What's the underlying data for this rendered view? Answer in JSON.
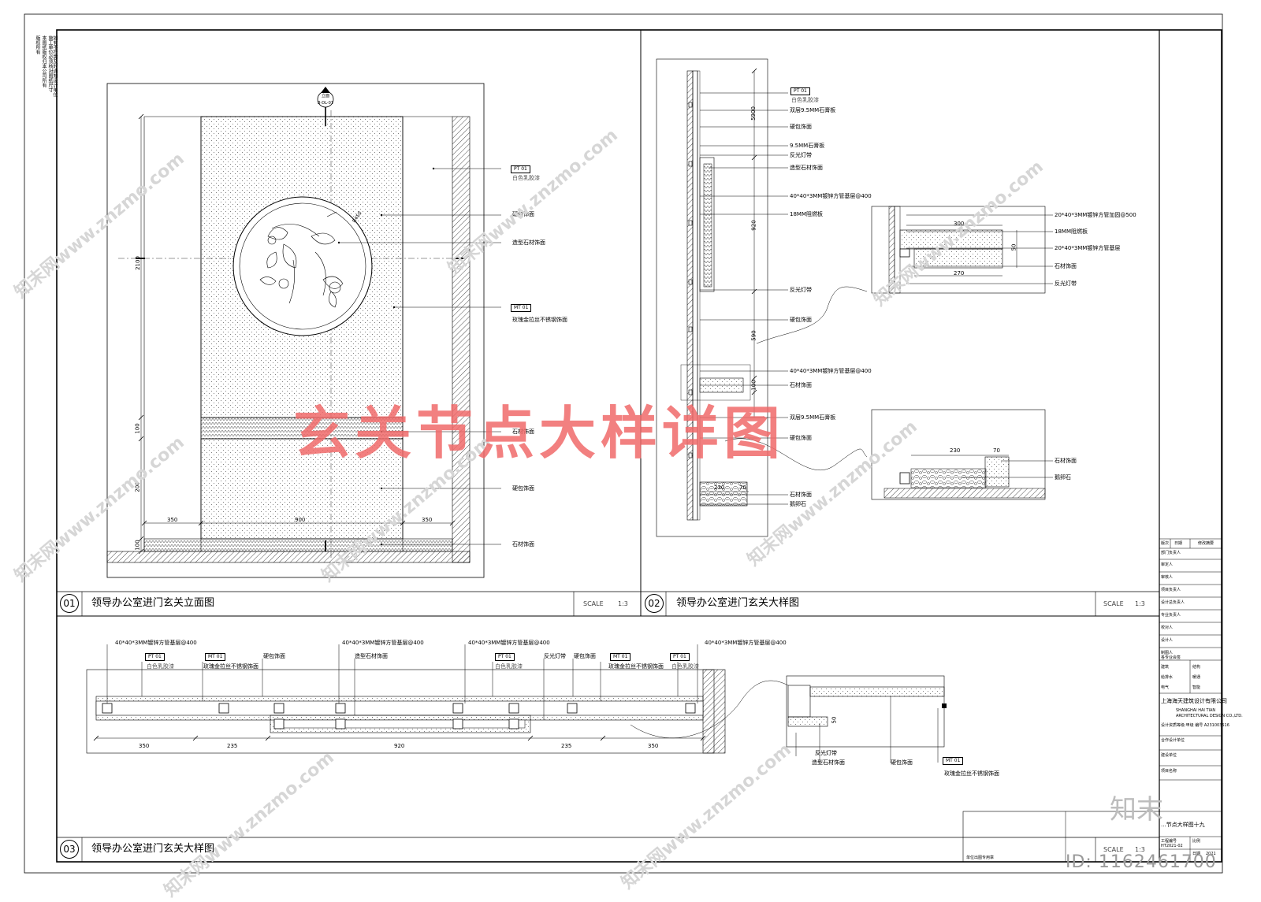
{
  "panels": [
    {
      "num": "01",
      "title": "领导办公室进门玄关立面图",
      "scale": "SCALE",
      "ratio": "1:3"
    },
    {
      "num": "02",
      "title": "领导办公室进门玄关大样图",
      "scale": "SCALE",
      "ratio": "1:3"
    },
    {
      "num": "03",
      "title": "领导办公室进门玄关大样图",
      "scale": "SCALE",
      "ratio": "1:3"
    }
  ],
  "stamp": "玄关节点大样详图",
  "watermark": "知末网www.znzmo.com",
  "side_notes": [
    "版权所有",
    "本图纸版权归本公司所有",
    "施工单位必须核对图纸尺寸",
    "如有不符需及时通知设计单位"
  ],
  "elevation": {
    "dims_v": [
      "2100",
      "100",
      "200",
      "100"
    ],
    "dims_h": [
      "350",
      "900",
      "350"
    ],
    "radius": "R450",
    "section_mark": "立面",
    "section_sub": "B-DL-01",
    "labels": [
      {
        "tag": "PT 01",
        "text": "白色乳胶漆"
      },
      {
        "text": "硬包饰面"
      },
      {
        "text": "造型石材饰面"
      },
      {
        "tag": "MT 01",
        "text": "玫瑰金拉丝不锈钢饰面"
      },
      {
        "text": "石材饰面"
      },
      {
        "text": "硬包饰面"
      },
      {
        "text": "石材饰面"
      }
    ]
  },
  "section": {
    "dims_v": [
      "5900",
      "920",
      "590",
      "100"
    ],
    "dims_h": [
      "230",
      "70"
    ],
    "labels": [
      {
        "tag": "PT 01",
        "text": "白色乳胶漆"
      },
      {
        "text": "双层9.5MM石膏板"
      },
      {
        "text": "硬包饰面"
      },
      {
        "text": "9.5MM石膏板"
      },
      {
        "text": "反光灯带"
      },
      {
        "text": "造型石材饰面"
      },
      {
        "text": "40*40*3MM镀锌方管基层@400"
      },
      {
        "text": "18MM阻燃板"
      },
      {
        "text": "反光灯带"
      },
      {
        "text": "硬包饰面"
      },
      {
        "text": "40*40*3MM镀锌方管基层@400"
      },
      {
        "text": "石材饰面"
      },
      {
        "text": "双层9.5MM石膏板"
      },
      {
        "text": "硬包饰面"
      },
      {
        "text": "石材饰面"
      },
      {
        "text": "鹅卵石"
      }
    ],
    "detail_a": {
      "dims": [
        "300",
        "270",
        "50"
      ],
      "labels": [
        "20*40*3MM镀锌方管加固@500",
        "18MM阻燃板",
        "20*40*3MM镀锌方管基层",
        "石材饰面",
        "反光灯带"
      ]
    },
    "detail_b": {
      "dims": [
        "230",
        "70"
      ],
      "labels": [
        "石材饰面",
        "鹅卵石"
      ]
    }
  },
  "plan": {
    "dims": [
      "350",
      "235",
      "920",
      "235",
      "350"
    ],
    "labels": [
      {
        "text": "40*40*3MM镀锌方管基层@400"
      },
      {
        "tag": "PT 01",
        "text": "白色乳胶漆"
      },
      {
        "tag": "MT 01",
        "text": "玫瑰金拉丝不锈钢饰面"
      },
      {
        "text": "硬包饰面"
      },
      {
        "text": "40*40*3MM镀锌方管基层@400"
      },
      {
        "text": "造型石材饰面"
      },
      {
        "text": "40*40*3MM镀锌方管基层@400"
      },
      {
        "tag": "PT 01",
        "text": "白色乳胶漆"
      },
      {
        "text": "反光灯带"
      },
      {
        "text": "硬包饰面"
      },
      {
        "tag": "MT 01",
        "text": "玫瑰金拉丝不锈钢饰面"
      },
      {
        "tag": "PT 01",
        "text": "白色乳胶漆"
      },
      {
        "text": "40*40*3MM镀锌方管基层@400"
      }
    ],
    "detail": {
      "dim": "50",
      "labels": [
        "反光灯带",
        "造型石材饰面",
        "硬包饰面",
        "玫瑰金拉丝不锈钢饰面"
      ],
      "tag": "MT 01"
    }
  },
  "titleblock": {
    "rows": [
      "部门负责人",
      "审定人",
      "审核人",
      "项目负责人",
      "设计总负责人",
      "专业负责人",
      "校对人",
      "设计人",
      "制图人",
      "各专业会签"
    ],
    "disciplines": [
      "建筑",
      "结构",
      "给排水",
      "暖通",
      "电气",
      "智能"
    ],
    "rev_headers": [
      "版次",
      "日期",
      "修改摘要"
    ],
    "company_cn": "上海海天建筑设计有限公司",
    "company_en1": "SHANGHAI HAI TIAN",
    "company_en2": "ARCHITECTURAL DESIGN CO.,LTD.",
    "license": "设计资质等级:甲级 编号 A231003516",
    "co_design": "合作设计单位",
    "client": "建设单位",
    "project": "项目名称",
    "drawing_title": "...节点大样图十九",
    "drawing_no_label": "工程编号",
    "drawing_no": "HT2021-02",
    "scale_label": "比例",
    "date_label": "日期",
    "date": "2021"
  },
  "bottom_note": "单位出图专用章",
  "logo": "知末",
  "image_id": "ID: 1162461700"
}
